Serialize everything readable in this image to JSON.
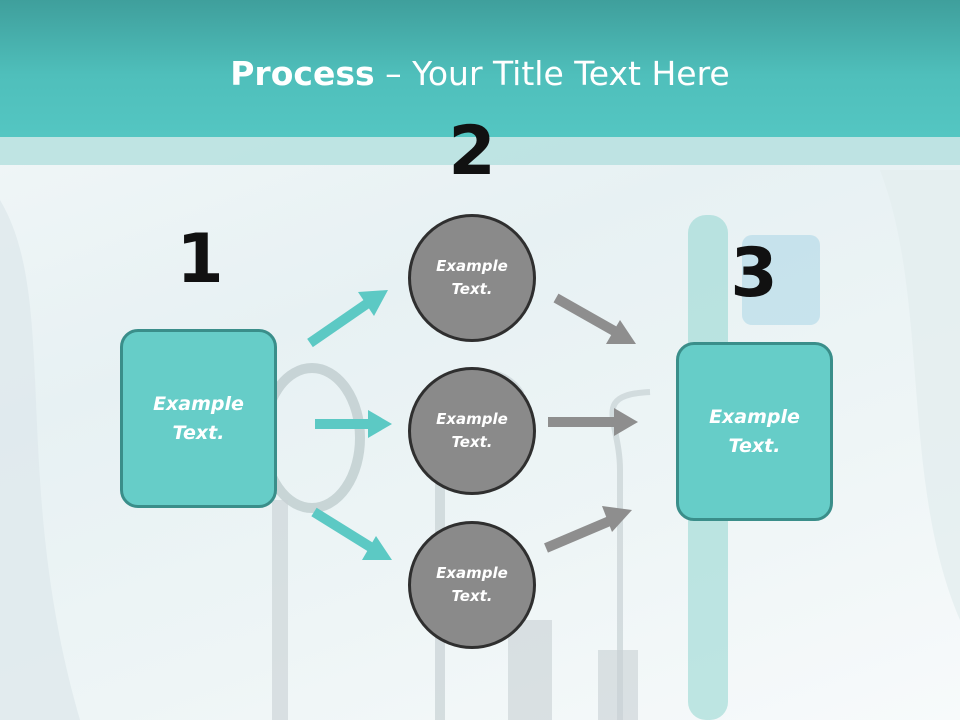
{
  "title": {
    "bold": "Process",
    "rest": " – Your Title Text Here"
  },
  "numbers": {
    "n1": "1",
    "n2": "2",
    "n3": "3"
  },
  "nodes": {
    "left_box": "Example\nText.",
    "circle_top": "Example\nText.",
    "circle_middle": "Example\nText.",
    "circle_bottom": "Example\nText.",
    "right_box": "Example\nText."
  },
  "colors": {
    "teal_accent": "#66cdc8",
    "teal_border": "#3a8e8a",
    "circle_fill": "#8a8a8a",
    "arrow_teal": "#5cc9c4",
    "arrow_gray": "#8e8e8e"
  }
}
